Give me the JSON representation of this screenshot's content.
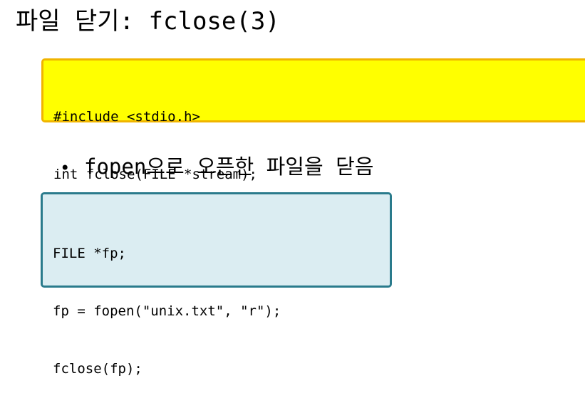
{
  "title": "파일 닫기: fclose(3)",
  "signature_box": {
    "lines": [
      "#include <stdio.h>",
      "int fclose(FILE *stream);"
    ]
  },
  "bullet": {
    "marker": "•",
    "text": "fopen으로 오픈한 파일을 닫음"
  },
  "example_box": {
    "lines": [
      "FILE *fp;",
      "fp = fopen(\"unix.txt\", \"r\");",
      "fclose(fp);"
    ]
  },
  "colors": {
    "signature_bg": "#ffff00",
    "signature_border": "#f0b400",
    "example_bg": "#dbedf2",
    "example_border": "#2a7b8c"
  }
}
